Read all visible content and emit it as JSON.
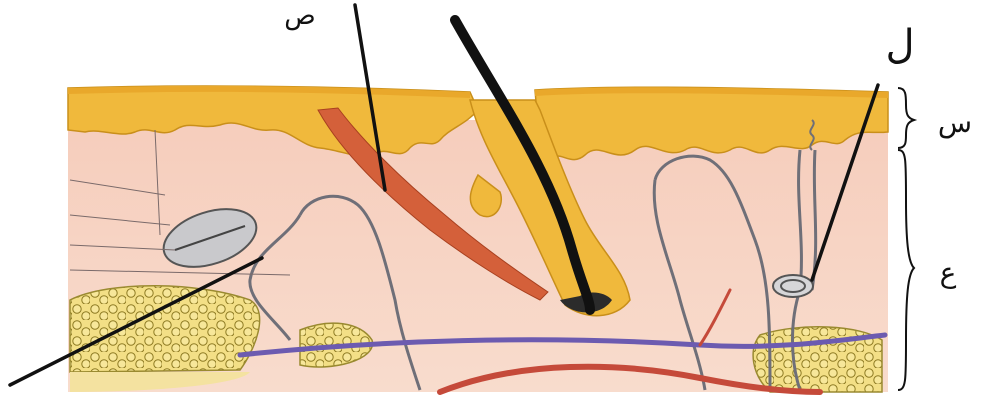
{
  "labels": {
    "top_pointer": "ص",
    "right_pointer": "ل",
    "bracket_upper": "س",
    "bracket_lower": "ع"
  }
}
